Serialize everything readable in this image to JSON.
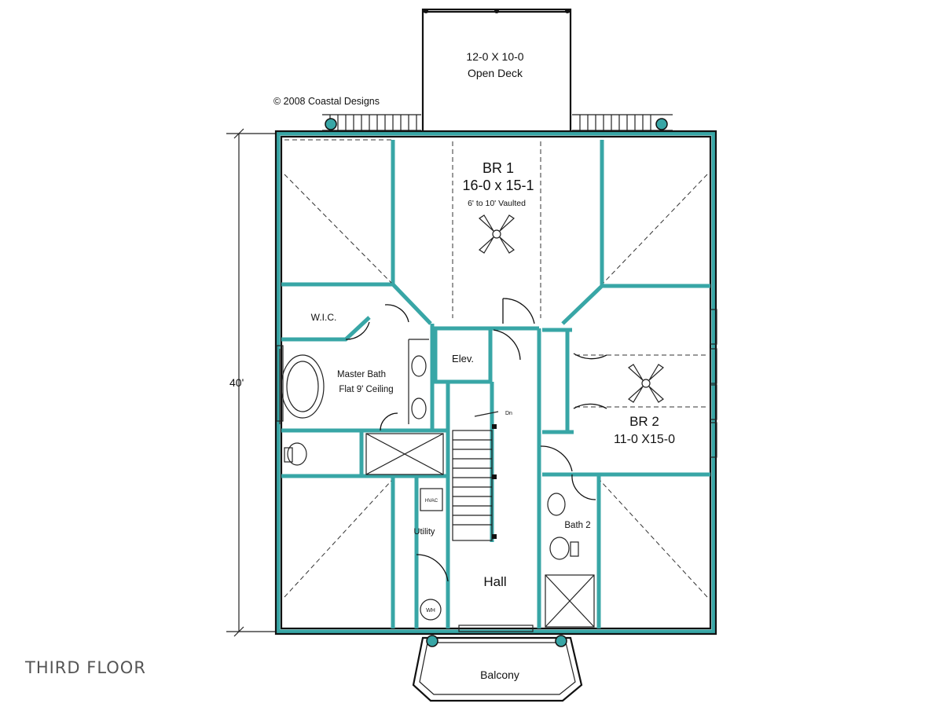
{
  "copyright": "© 2008 Coastal Designs",
  "floor_label": "THIRD FLOOR",
  "dimension": "40'",
  "rooms": {
    "deck": {
      "size": "12-0 X 10-0",
      "name": "Open Deck"
    },
    "br1": {
      "name": "BR 1",
      "size": "16-0 x 15-1",
      "note": "6' to 10' Vaulted"
    },
    "wic": "W.I.C.",
    "master_bath": {
      "line1": "Master Bath",
      "line2": "Flat 9' Ceiling"
    },
    "elev": "Elev.",
    "br2": {
      "name": "BR 2",
      "size": "11-0 X15-0"
    },
    "dn": "Dn",
    "hvac": "HVAC",
    "utility": "Utility",
    "bath2": "Bath 2",
    "hall": "Hall",
    "wh": "WH",
    "balcony": "Balcony"
  }
}
